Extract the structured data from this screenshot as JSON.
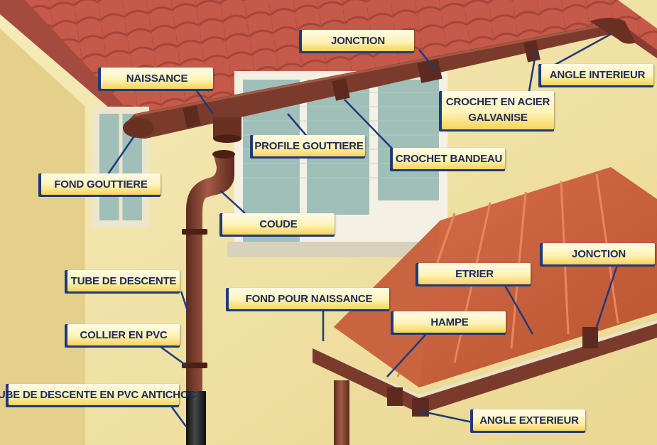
{
  "colors": {
    "roof_tile": "#c65a4a",
    "wall": "#f1e3a6",
    "gutter": "#7a3b2c",
    "label_text": "#1d2a52",
    "label_shadow": "#1e3a7a",
    "window_glass": "#9fbfb8"
  },
  "labels": {
    "jonction_top": "JONCTION",
    "naissance": "NAISSANCE",
    "angle_interieur": "ANGLE INTERIEUR",
    "crochet_acier_line1": "CROCHET EN ACIER",
    "crochet_acier_line2": "GALVANISE",
    "profile_gouttiere": "PROFILE GOUTTIERE",
    "crochet_bandeau": "CROCHET BANDEAU",
    "fond_gouttiere": "FOND GOUTTIERE",
    "coude": "COUDE",
    "tube_de_descente": "TUBE DE DESCENTE",
    "collier_pvc": "COLLIER EN PVC",
    "tube_pvc_antichoc": "TUBE DE DESCENTE EN PVC ANTICHOC",
    "fond_pour_naissance": "FOND POUR NAISSANCE",
    "etrier": "ETRIER",
    "jonction_right": "JONCTION",
    "hampe": "HAMPE",
    "angle_exterieur": "ANGLE EXTERIEUR"
  }
}
